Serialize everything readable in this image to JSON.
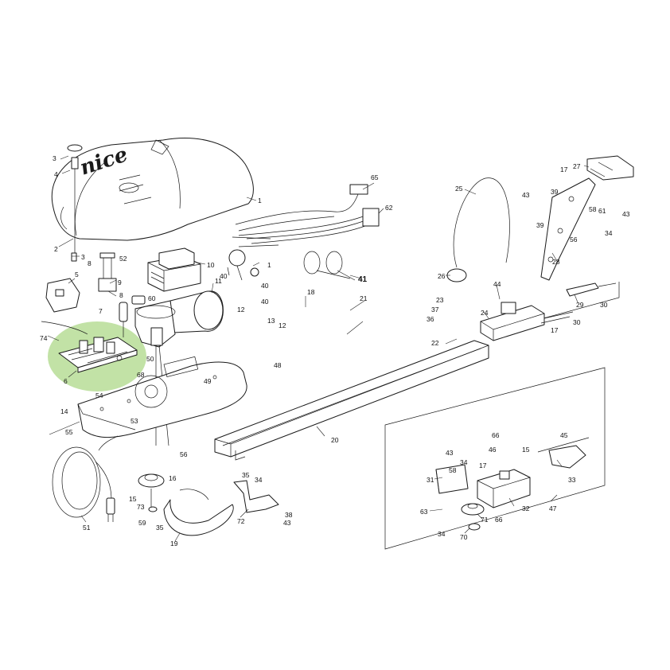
{
  "diagram": {
    "brand_logo": "nice",
    "highlight_color": "#b7dd97",
    "highlighted_part": "6",
    "labels": {
      "l1": "1",
      "l3": "3",
      "l4": "4",
      "l2": "2",
      "l3b": "3",
      "l65": "65",
      "l62": "62",
      "l8a": "8",
      "l52": "52",
      "l10": "10",
      "l1b": "1",
      "l40a": "40",
      "l40b": "40",
      "l41": "41",
      "l5": "5",
      "l9": "9",
      "l8b": "8",
      "l60": "60",
      "l11": "11",
      "l18": "18",
      "l21": "21",
      "l7": "7",
      "l40c": "40",
      "l12a": "12",
      "l13": "13",
      "l12b": "12",
      "l74": "74",
      "l50": "50",
      "l48": "48",
      "l6": "6",
      "l68": "68",
      "l49": "49",
      "l54": "54",
      "l53": "53",
      "l14": "14",
      "l55": "55",
      "l56": "56",
      "l20": "20",
      "l51": "51",
      "l16": "16",
      "l15a": "15",
      "l73": "73",
      "l59": "59",
      "l35a": "35",
      "l35b": "35",
      "l34a": "34",
      "l19": "19",
      "l72": "72",
      "l38": "38",
      "l43a": "43",
      "l25": "25",
      "l26": "26",
      "l44": "44",
      "l23": "23",
      "l37": "37",
      "l36": "36",
      "l24": "24",
      "l22": "22",
      "l27": "27",
      "l17a": "17",
      "l43b": "43",
      "l39a": "39",
      "l39b": "39",
      "l58a": "58",
      "l61": "61",
      "l43c": "43",
      "l56b": "56",
      "l34b": "34",
      "l28": "28",
      "l29": "29",
      "l30a": "30",
      "l30b": "30",
      "l17b": "17",
      "l66a": "66",
      "l46": "46",
      "l15b": "15",
      "l45": "45",
      "l43d": "43",
      "l34c": "34",
      "l58b": "58",
      "l17c": "17",
      "l33": "33",
      "l31": "31",
      "l32": "32",
      "l47": "47",
      "l63": "63",
      "l71": "71",
      "l66b": "66",
      "l34d": "34",
      "l70": "70"
    }
  }
}
